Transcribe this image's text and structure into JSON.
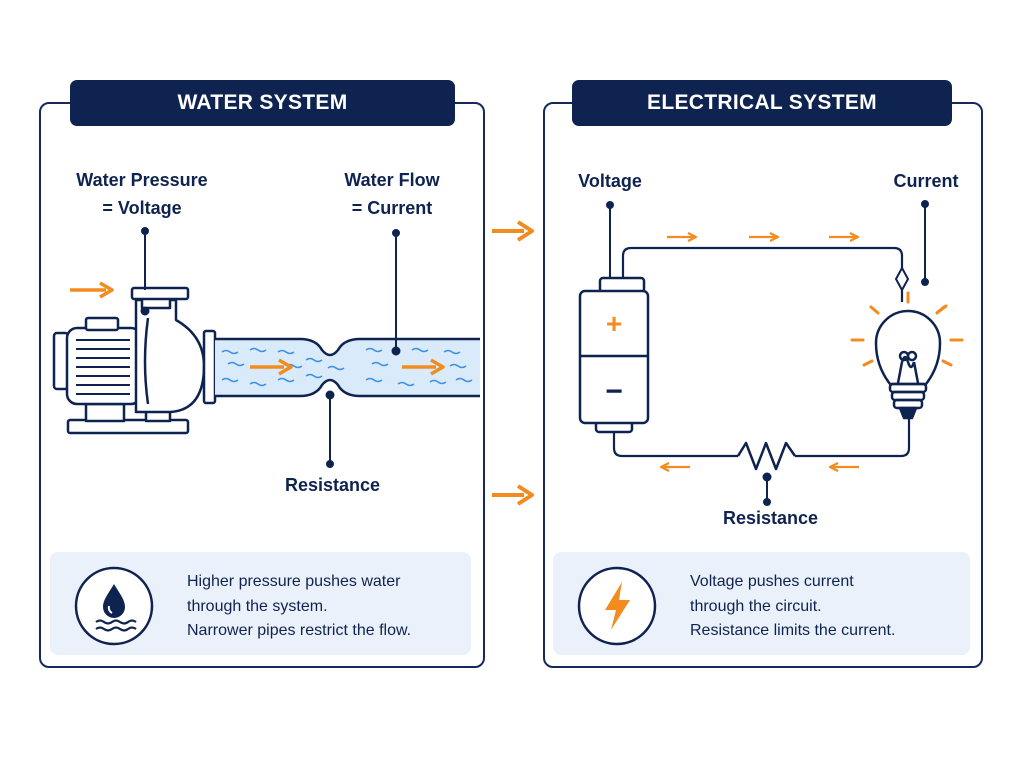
{
  "water": {
    "title": "WATER SYSTEM",
    "pressure_label": [
      "Water Pressure",
      "= Voltage"
    ],
    "flow_label": [
      "Water Flow",
      "= Current"
    ],
    "resistance_label": "Resistance",
    "info_lines": [
      "Higher pressure pushes water",
      "through the system.",
      "Narrower pipes restrict the flow."
    ],
    "icon": "water-drop-icon"
  },
  "electrical": {
    "title": "ELECTRICAL SYSTEM",
    "voltage_label": "Voltage",
    "current_label": "Current",
    "resistance_label": "Resistance",
    "battery_plus": "+",
    "battery_minus": "−",
    "info_lines": [
      "Voltage pushes current",
      "through the circuit.",
      "Resistance limits the current."
    ],
    "icon": "lightning-bolt-icon"
  },
  "colors": {
    "navy": "#0f2350",
    "accent_orange": "#f28c1e",
    "water_blue": "#3d8fe0",
    "panel_fill": "#eaf1fb"
  }
}
